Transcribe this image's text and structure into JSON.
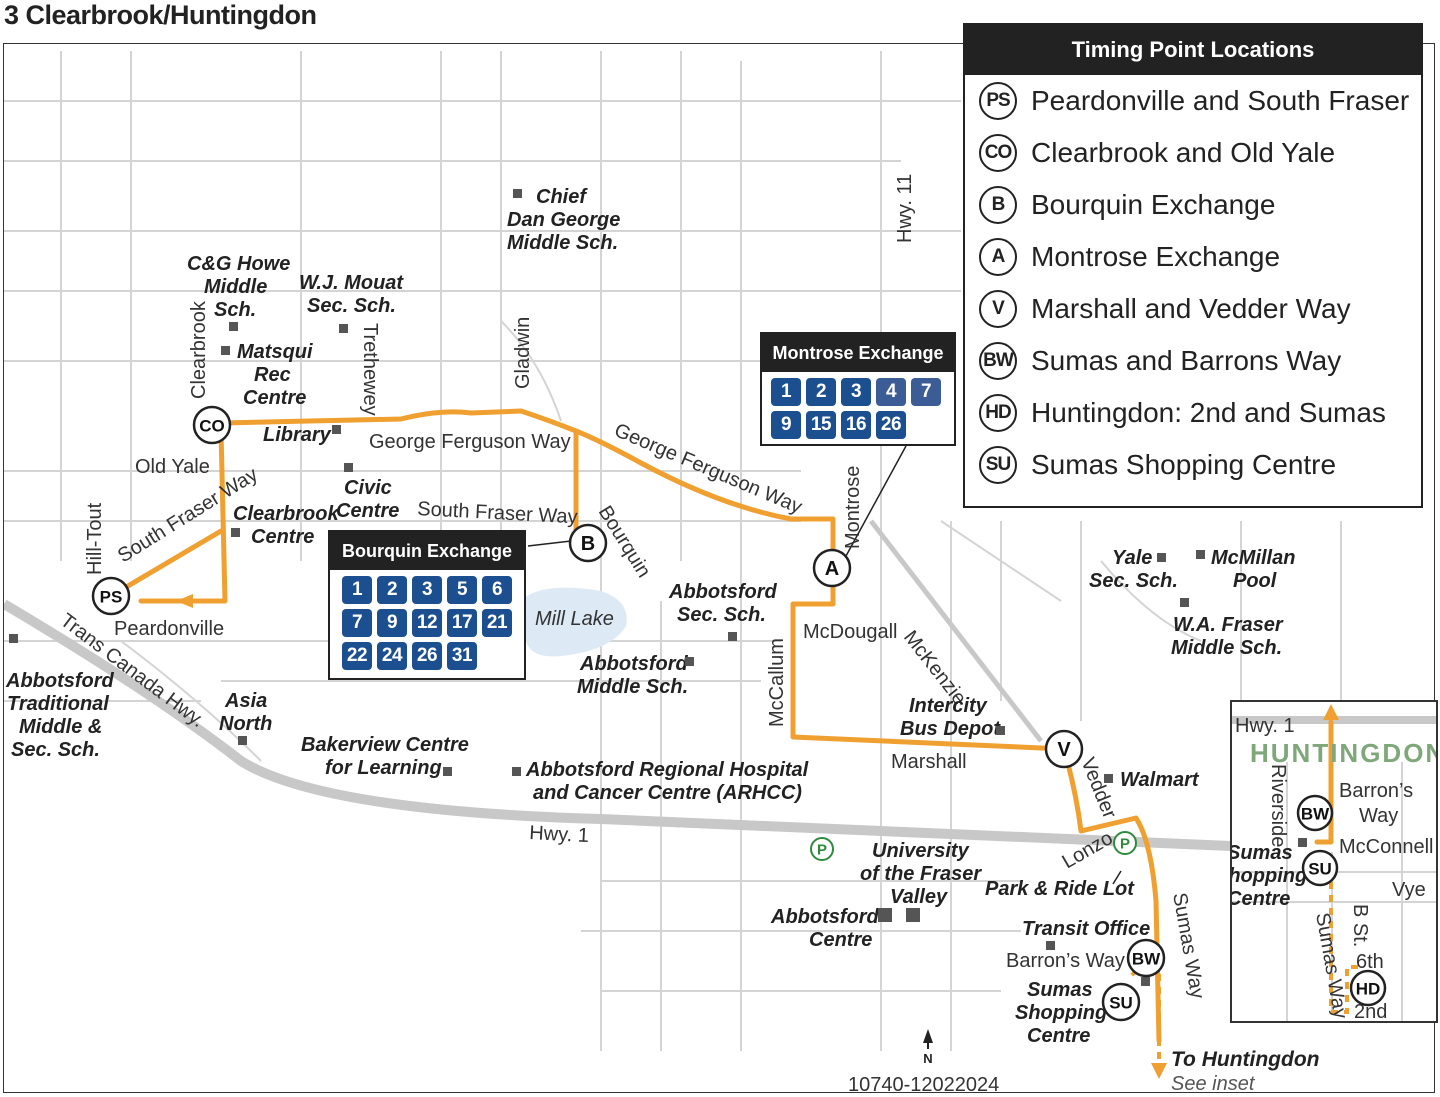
{
  "title": "3 Clearbrook/Huntingdon",
  "legend": {
    "title": "Timing Point Locations",
    "items": [
      {
        "code": "PS",
        "label": "Peardonville and South Fraser"
      },
      {
        "code": "CO",
        "label": "Clearbrook and Old Yale"
      },
      {
        "code": "B",
        "label": "Bourquin Exchange"
      },
      {
        "code": "A",
        "label": "Montrose Exchange"
      },
      {
        "code": "V",
        "label": "Marshall and Vedder Way"
      },
      {
        "code": "BW",
        "label": "Sumas and Barrons Way"
      },
      {
        "code": "HD",
        "label": "Huntingdon: 2nd and Sumas"
      },
      {
        "code": "SU",
        "label": "Sumas Shopping Centre"
      }
    ]
  },
  "montrose_exchange": {
    "title": "Montrose Exchange",
    "routes": [
      "1",
      "2",
      "3",
      "4",
      "7",
      "9",
      "15",
      "16",
      "26"
    ]
  },
  "bourquin_exchange": {
    "title": "Bourquin Exchange",
    "routes": [
      "1",
      "2",
      "3",
      "5",
      "6",
      "7",
      "9",
      "12",
      "17",
      "21",
      "22",
      "24",
      "26",
      "31"
    ]
  },
  "streets": {
    "george_ferguson_1": "George Ferguson Way",
    "george_ferguson_2": "George Ferguson Way",
    "south_fraser_1": "South Fraser Way",
    "south_fraser_2": "South Fraser Way",
    "old_yale": "Old Yale",
    "clearbrook": "Clearbrook",
    "trethewey": "Trethewey",
    "gladwin": "Gladwin",
    "hill_tout": "Hill-Tout",
    "peardonville": "Peardonville",
    "trans_canada": "Trans Canada Hwy.",
    "hwy1": "Hwy. 1",
    "hwy11": "Hwy. 11",
    "bourquin": "Bourquin",
    "montrose": "Montrose",
    "mcdougall": "McDougall",
    "mckenzie": "McKenzie",
    "mccallum": "McCallum",
    "marshall": "Marshall",
    "vedder": "Vedder",
    "lonzo": "Lonzo",
    "sumas_way": "Sumas Way",
    "barrons_way": "Barron’s Way",
    "mill_lake": "Mill Lake"
  },
  "pois": {
    "chief_dan_george": [
      "Chief",
      "Dan George",
      "Middle Sch."
    ],
    "cg_howe": [
      "C&G Howe",
      "Middle",
      "Sch."
    ],
    "wj_mouat": [
      "W.J. Mouat",
      "Sec. Sch."
    ],
    "matsqui_rec": [
      "Matsqui",
      "Rec",
      "Centre"
    ],
    "library": "Library",
    "civic_centre": [
      "Civic",
      "Centre"
    ],
    "clearbrook_centre": [
      "Clearbrook",
      "Centre"
    ],
    "abbotsford_traditional": [
      "Abbotsford",
      "Traditional",
      "Middle &",
      "Sec. Sch."
    ],
    "asia_north": [
      "Asia",
      "North"
    ],
    "bakerview": [
      "Bakerview Centre",
      "for Learning"
    ],
    "arhcc": [
      "Abbotsford Regional Hospital",
      "and Cancer Centre (ARHCC)"
    ],
    "abbotsford_sec": [
      "Abbotsford",
      "Sec. Sch."
    ],
    "abbotsford_middle": [
      "Abbotsford",
      "Middle Sch."
    ],
    "intercity": [
      "Intercity",
      "Bus Depot"
    ],
    "walmart": "Walmart",
    "yale_sec": [
      "Yale",
      "Sec. Sch."
    ],
    "mcmillan_pool": [
      "McMillan",
      "Pool"
    ],
    "wa_fraser": [
      "W.A. Fraser",
      "Middle Sch."
    ],
    "ufv": [
      "University",
      "of the Fraser",
      "Valley"
    ],
    "park_ride": "Park & Ride Lot",
    "abbotsford_centre": [
      "Abbotsford",
      "Centre"
    ],
    "transit_office": "Transit Office",
    "sumas_shopping": [
      "Sumas",
      "Shopping",
      "Centre"
    ]
  },
  "to_huntingdon": {
    "line1": "To Huntingdon",
    "line2": "See inset"
  },
  "north_label": "N",
  "map_code": "10740-12022024",
  "park_ride_symbol": "P",
  "inset": {
    "title": "HUNTINGDON",
    "hwy1": "Hwy. 1",
    "riverside": "Riverside",
    "barrons_way": [
      "Barron’s",
      "Way"
    ],
    "mcconnell": "McConnell",
    "vye": "Vye",
    "sumas_shopping": [
      "Sumas",
      "Shopping",
      "Centre"
    ],
    "sumas_way": "Sumas Way",
    "b_st": "B St.",
    "sixth": "6th",
    "second": "2nd"
  },
  "colors": {
    "route": "#f0a030",
    "route_badge": "#1b4f8f",
    "inset_title": "#7fa87a",
    "park_ride": "#2e8b3e",
    "lake": "#dde9f4"
  }
}
